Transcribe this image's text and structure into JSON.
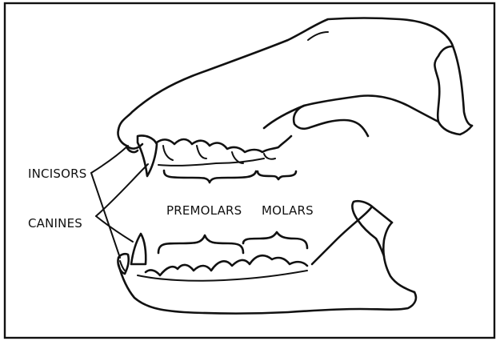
{
  "labels": {
    "incisors": "INCISORS",
    "canines": "CANINES",
    "premolars": "PREMOLARS",
    "molars": "MOLARS"
  },
  "colors": {
    "ink": "#111111",
    "background": "#ffffff"
  }
}
